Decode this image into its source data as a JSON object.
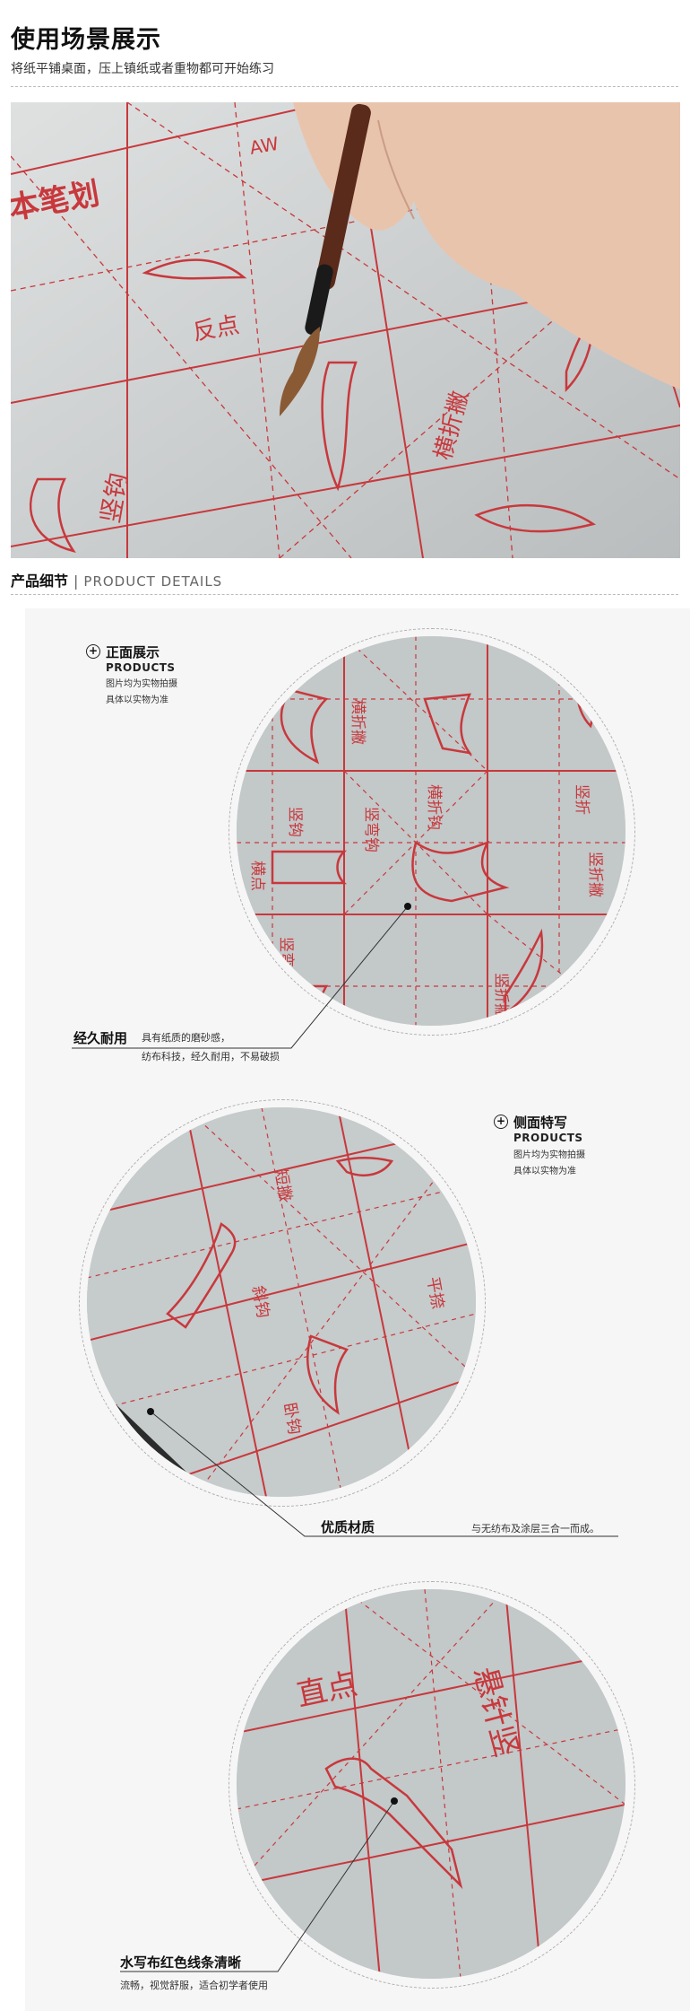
{
  "usage": {
    "title": "使用场景展示",
    "subtitle": "将纸平铺桌面，压上镇纸或者重物都可开始练习",
    "photo_texts": {
      "heading_fragment": "本笔划",
      "brand_fragment": "AW",
      "stroke_1": "反点",
      "stroke_2": "竖钩",
      "stroke_3": "横折撇"
    }
  },
  "details": {
    "title": "产品细节",
    "separator": "|",
    "title_en": "PRODUCT DETAILS",
    "front": {
      "title": "正面展示",
      "en": "PRODUCTS",
      "note_line1": "图片均为实物拍摄",
      "note_line2": "具体以实物为准",
      "callout_title": "经久耐用",
      "callout_line1": "具有纸质的磨砂感，",
      "callout_line2": "纺布科技，经久耐用，不易破损",
      "strokes": [
        "横折撇",
        "横折钩",
        "竖折",
        "竖钩",
        "竖弯钩",
        "横点",
        "竖折撇",
        "竖弯",
        "竖折撇"
      ]
    },
    "side": {
      "title": "侧面特写",
      "en": "PRODUCTS",
      "note_line1": "图片均为实物拍摄",
      "note_line2": "具体以实物为准",
      "callout_title": "优质材质",
      "callout_text": "与无纺布及涂层三合一而成。",
      "strokes": [
        "短撇",
        "斜钩",
        "平捺",
        "卧钩"
      ]
    },
    "clarity": {
      "callout_title": "水写布红色线条清晰",
      "callout_text": "流畅，视觉舒服，适合初学者使用",
      "strokes": [
        "直点",
        "悬针竖"
      ]
    }
  },
  "colors": {
    "grid_red": "#c8383c",
    "fabric_gray": "#c6cbcc",
    "panel_bg": "#f6f6f6"
  }
}
